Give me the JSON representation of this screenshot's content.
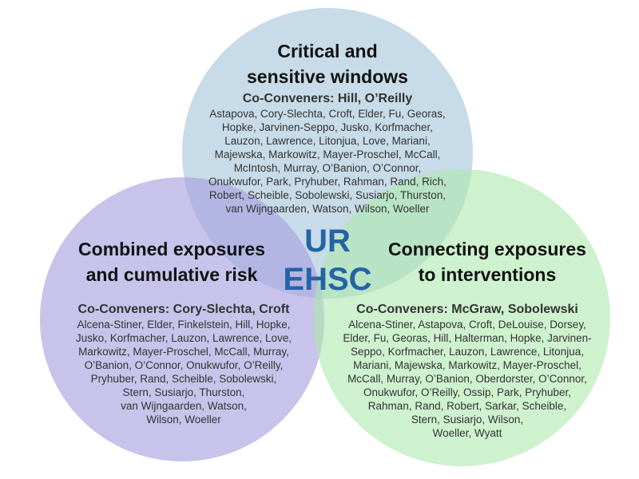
{
  "center_label": [
    "UR",
    "EHSC"
  ],
  "colors": {
    "top": "#a9c8dc",
    "left": "#a9a3de",
    "right": "#ade8ad",
    "center_text": "#2563a6"
  },
  "circles": {
    "top": {
      "title": [
        "Critical and",
        "sensitive windows"
      ],
      "coconveners": "Co-Conveners: Hill, O’Reilly",
      "members": [
        "Astapova, Cory-Slechta, Croft, Elder, Fu, Georas,",
        "Hopke, Jarvinen-Seppo, Jusko, Korfmacher,",
        "Lauzon, Lawrence, Litonjua, Love, Mariani,",
        "Majewska, Markowitz, Mayer-Proschel, McCall,",
        "McIntosh, Murray, O’Banion, O’Connor,",
        "Onukwufor, Park, Pryhuber, Rahman, Rand, Rich,",
        "Robert, Scheible,  Sobolewski, Susiarjo, Thurston,",
        "van Wijngaarden, Watson, Wilson, Woeller"
      ]
    },
    "left": {
      "title": [
        "Combined exposures",
        "and cumulative risk"
      ],
      "coconveners": "Co-Conveners: Cory-Slechta, Croft",
      "members": [
        "Alcena-Stiner, Elder, Finkelstein, Hill, Hopke,",
        "Jusko, Korfmacher, Lauzon, Lawrence, Love,",
        "Markowitz, Mayer-Proschel, McCall, Murray,",
        "O’Banion, O’Connor, Onukwufor, O’Reilly,",
        "Pryhuber, Rand, Scheible, Sobolewski,",
        "Stern, Susiarjo, Thurston,",
        "van Wijngaarden, Watson,",
        "Wilson, Woeller"
      ]
    },
    "right": {
      "title": [
        "Connecting exposures",
        "to interventions"
      ],
      "coconveners": "Co-Conveners: McGraw, Sobolewski",
      "members": [
        "Alcena-Stiner, Astapova, Croft, DeLouise, Dorsey,",
        "Elder, Fu, Georas, Hill, Halterman, Hopke, Jarvinen-",
        "Seppo, Korfmacher, Lauzon, Lawrence, Litonjua,",
        "Mariani, Majewska, Markowitz, Mayer-Proschel,",
        "McCall, Murray, O’Banion, Oberdorster, O’Connor,",
        "Onukwufor, O’Reilly, Ossip, Park, Pryhuber,",
        "Rahman, Rand, Robert, Sarkar, Scheible,",
        "Stern, Susiarjo, Wilson,",
        "Woeller, Wyatt"
      ]
    }
  }
}
